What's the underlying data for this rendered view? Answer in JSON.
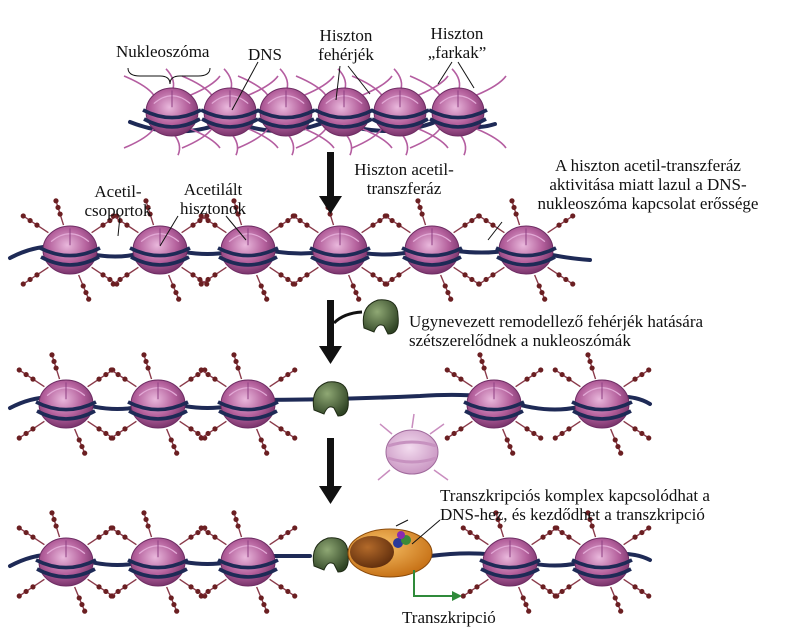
{
  "labels": {
    "nucleosome": "Nukleoszóma",
    "dna": "DNS",
    "histone_proteins_1": "Hiszton",
    "histone_proteins_2": "fehérjék",
    "histone_tails_1": "Hiszton",
    "histone_tails_2": "„farkak”",
    "hat_1": "Hiszton acetil-",
    "hat_2": "transzferáz",
    "acetyl_groups_1": "Acetil-",
    "acetyl_groups_2": "csoportok",
    "acetylated_1": "Acetilált",
    "acetylated_2": "hisztonok",
    "transcription": "Transzkripció"
  },
  "notes": {
    "step1_1": "A hiszton acetil-transzferáz",
    "step1_2": "aktivitása miatt lazul a DNS-",
    "step1_3": "nukleoszóma kapcsolat erőssége",
    "step2_1": "Ugynevezett remodellező fehérjék hatására",
    "step2_2": "szétszerelődnek a nukleoszómák",
    "step3_1": "Transzkripciós komplex kapcsolódhat a",
    "step3_2": "DNS-hez, és kezdődhet a transzkripció"
  },
  "colors": {
    "histone": "#b4609c",
    "histone_dark": "#6e2c63",
    "dna": "#1e2a56",
    "acetyl": "#6b1f22",
    "remodeler": "#4e6a3a",
    "transcription_complex": "#e08a1e",
    "arrow_transcription": "#2f8a3a"
  }
}
